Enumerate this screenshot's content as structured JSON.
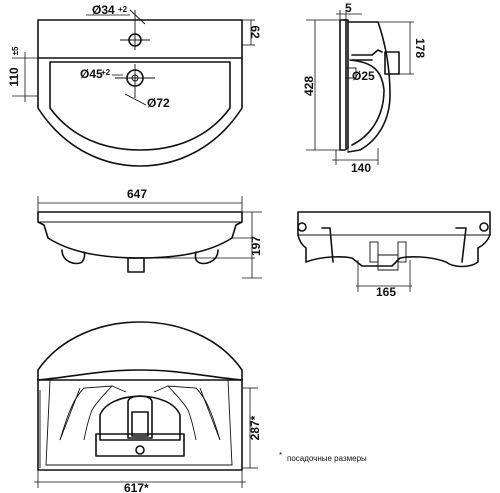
{
  "dimensions": {
    "top_hole_diameter": "Ø34",
    "top_hole_tolerance": "+2",
    "front_thickness": "62",
    "left_height": "110",
    "left_height_tolerance": "±5",
    "drain_diameter": "Ø45",
    "drain_tolerance": "+2",
    "bowl_diameter": "Ø72",
    "side_top_offset": "5",
    "side_height": "428",
    "side_upper_height": "178",
    "side_drain_diameter": "Ø25",
    "side_depth": "140",
    "front_width": "647",
    "front_height": "197",
    "rear_width": "165",
    "bottom_width": "617*",
    "bottom_depth": "287*"
  },
  "note": {
    "bullet": "*",
    "text": "посадочные размеры"
  }
}
